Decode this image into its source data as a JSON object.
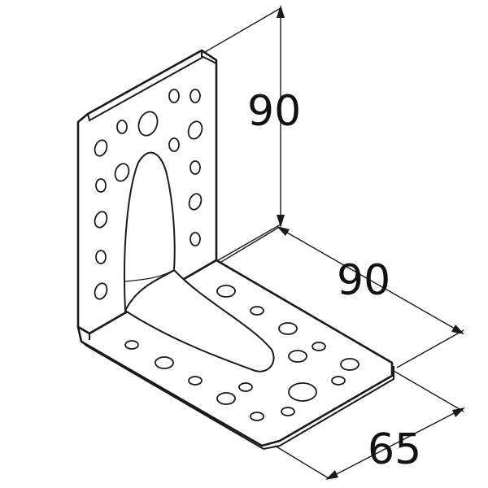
{
  "dimensions": {
    "height_label": "90",
    "length_label": "90",
    "width_label": "65"
  },
  "colors": {
    "stroke": "#1a1a1a",
    "fill": "#ffffff",
    "text": "#111111"
  }
}
